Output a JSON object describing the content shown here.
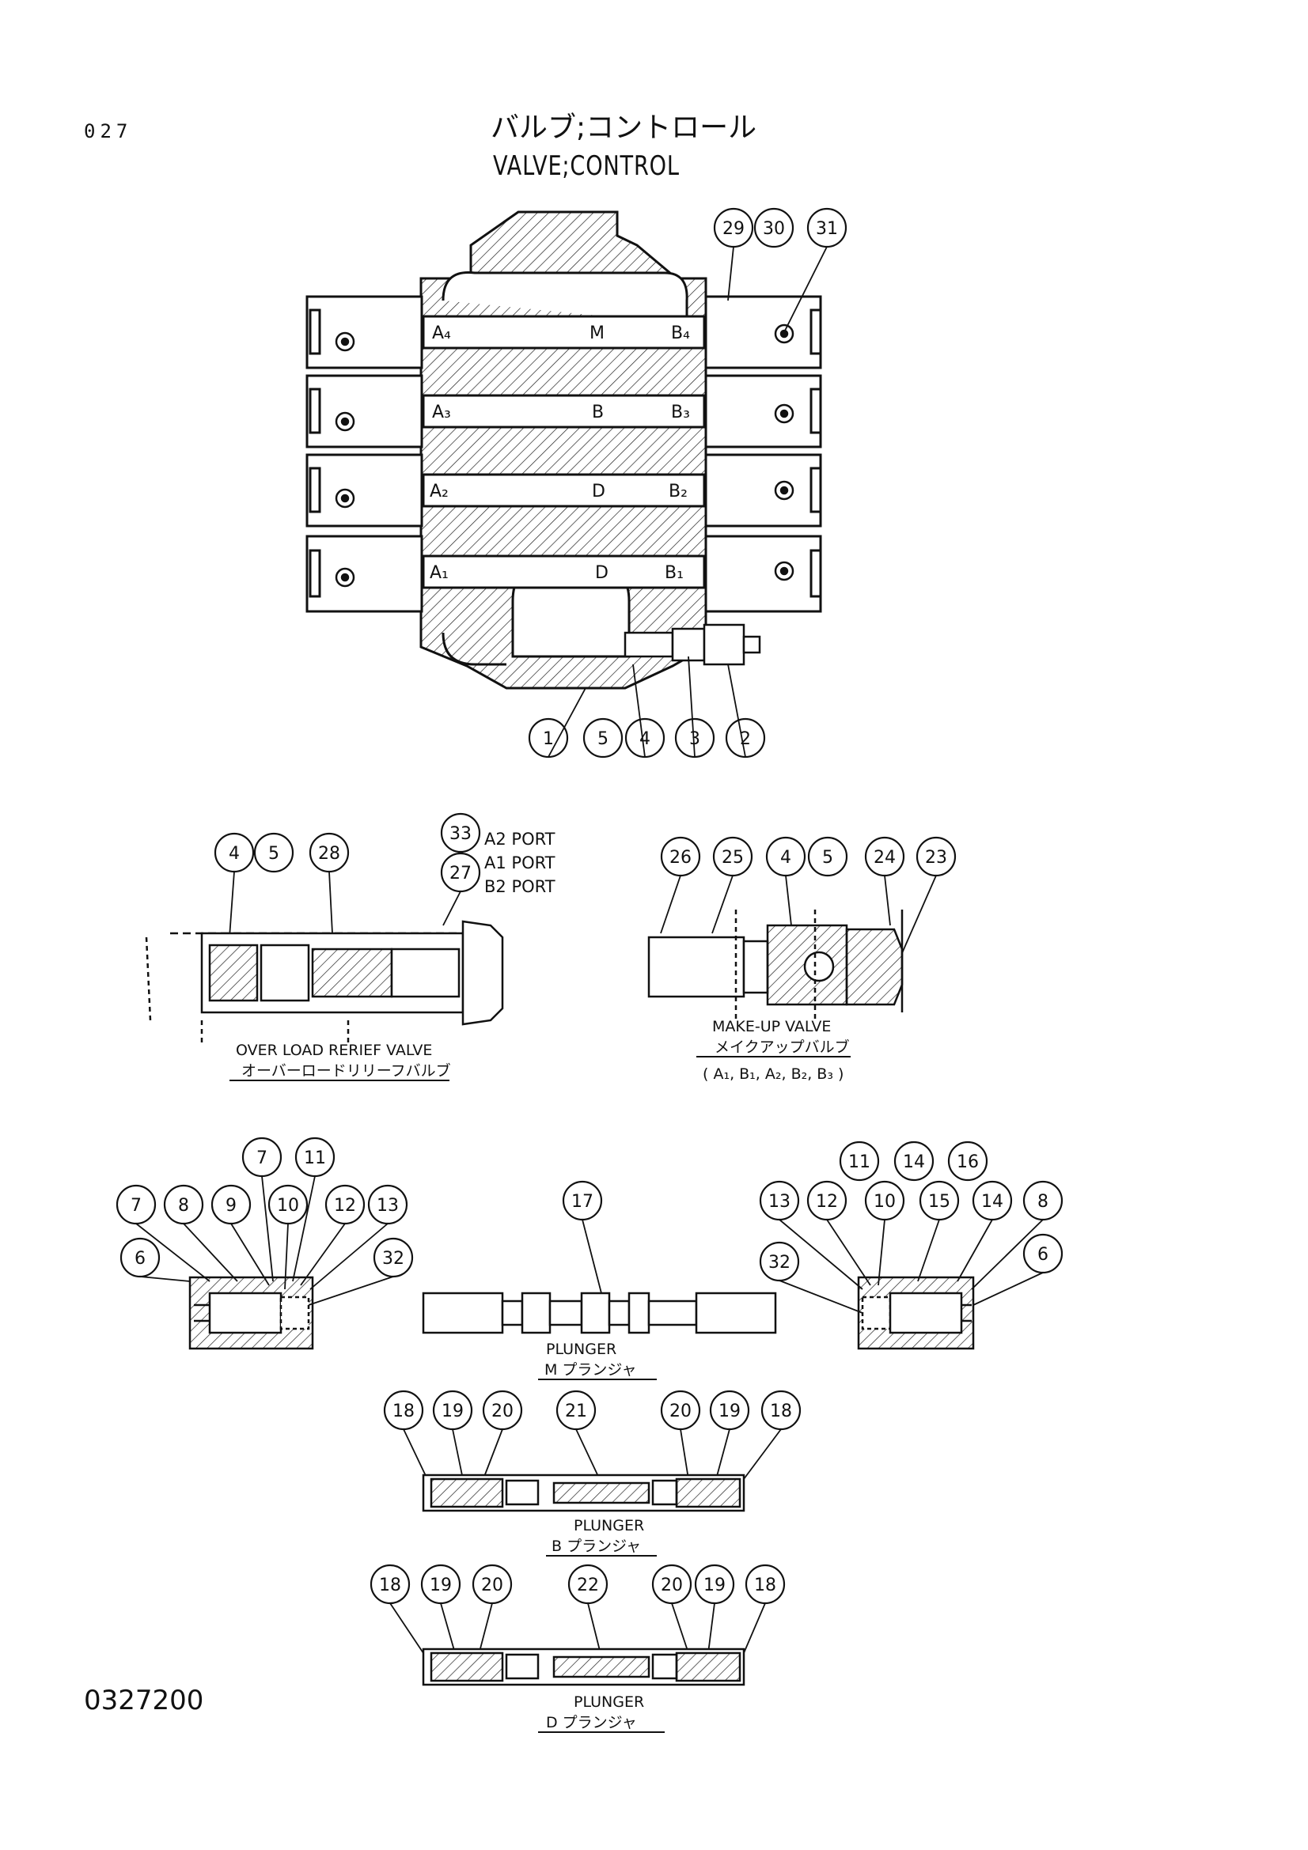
{
  "header": {
    "page_number": "027",
    "title_jp": "バルブ;コントロール",
    "title_en": "VALVE;CONTROL",
    "drawing_code": "0327200"
  },
  "main_valve": {
    "port_labels": [
      {
        "left": "A₄",
        "center": "M",
        "right": "B₄"
      },
      {
        "left": "A₃",
        "center": "B",
        "right": "B₃"
      },
      {
        "left": "A₂",
        "center": "D",
        "right": "B₂"
      },
      {
        "left": "A₁",
        "center": "D",
        "right": "B₁"
      }
    ],
    "callouts_top": [
      "29",
      "30",
      "31"
    ],
    "callouts_bottom": [
      "1",
      "5",
      "4",
      "3",
      "2"
    ]
  },
  "overload_relief": {
    "callouts": [
      "4",
      "5",
      "28",
      "33",
      "27"
    ],
    "port_notes": [
      "A2 PORT",
      "A1 PORT",
      "B2 PORT"
    ],
    "caption_en": "OVER LOAD RERIEF VALVE",
    "caption_jp": "オーバーロードリリーフバルブ"
  },
  "makeup_valve": {
    "callouts": [
      "26",
      "25",
      "4",
      "5",
      "24",
      "23"
    ],
    "caption_en": "MAKE-UP VALVE",
    "caption_jp": "メイクアップバルブ",
    "caption_ports": "( A₁, B₁, A₂, B₂, B₃ )"
  },
  "spring_left": {
    "callouts": [
      "7",
      "11",
      "7",
      "8",
      "9",
      "10",
      "12",
      "13",
      "6",
      "32"
    ]
  },
  "spring_right": {
    "callouts": [
      "11",
      "14",
      "16",
      "13",
      "12",
      "10",
      "15",
      "14",
      "8",
      "32",
      "6"
    ]
  },
  "plunger_m": {
    "callouts": [
      "17"
    ],
    "caption_en": "PLUNGER",
    "caption_jp": "M プランジャ"
  },
  "plunger_b": {
    "callouts": [
      "18",
      "19",
      "20",
      "21",
      "20",
      "19",
      "18"
    ],
    "caption_en": "PLUNGER",
    "caption_jp": "B プランジャ"
  },
  "plunger_d": {
    "callouts": [
      "18",
      "19",
      "20",
      "22",
      "20",
      "19",
      "18"
    ],
    "caption_en": "PLUNGER",
    "caption_jp": "D プランジャ"
  }
}
